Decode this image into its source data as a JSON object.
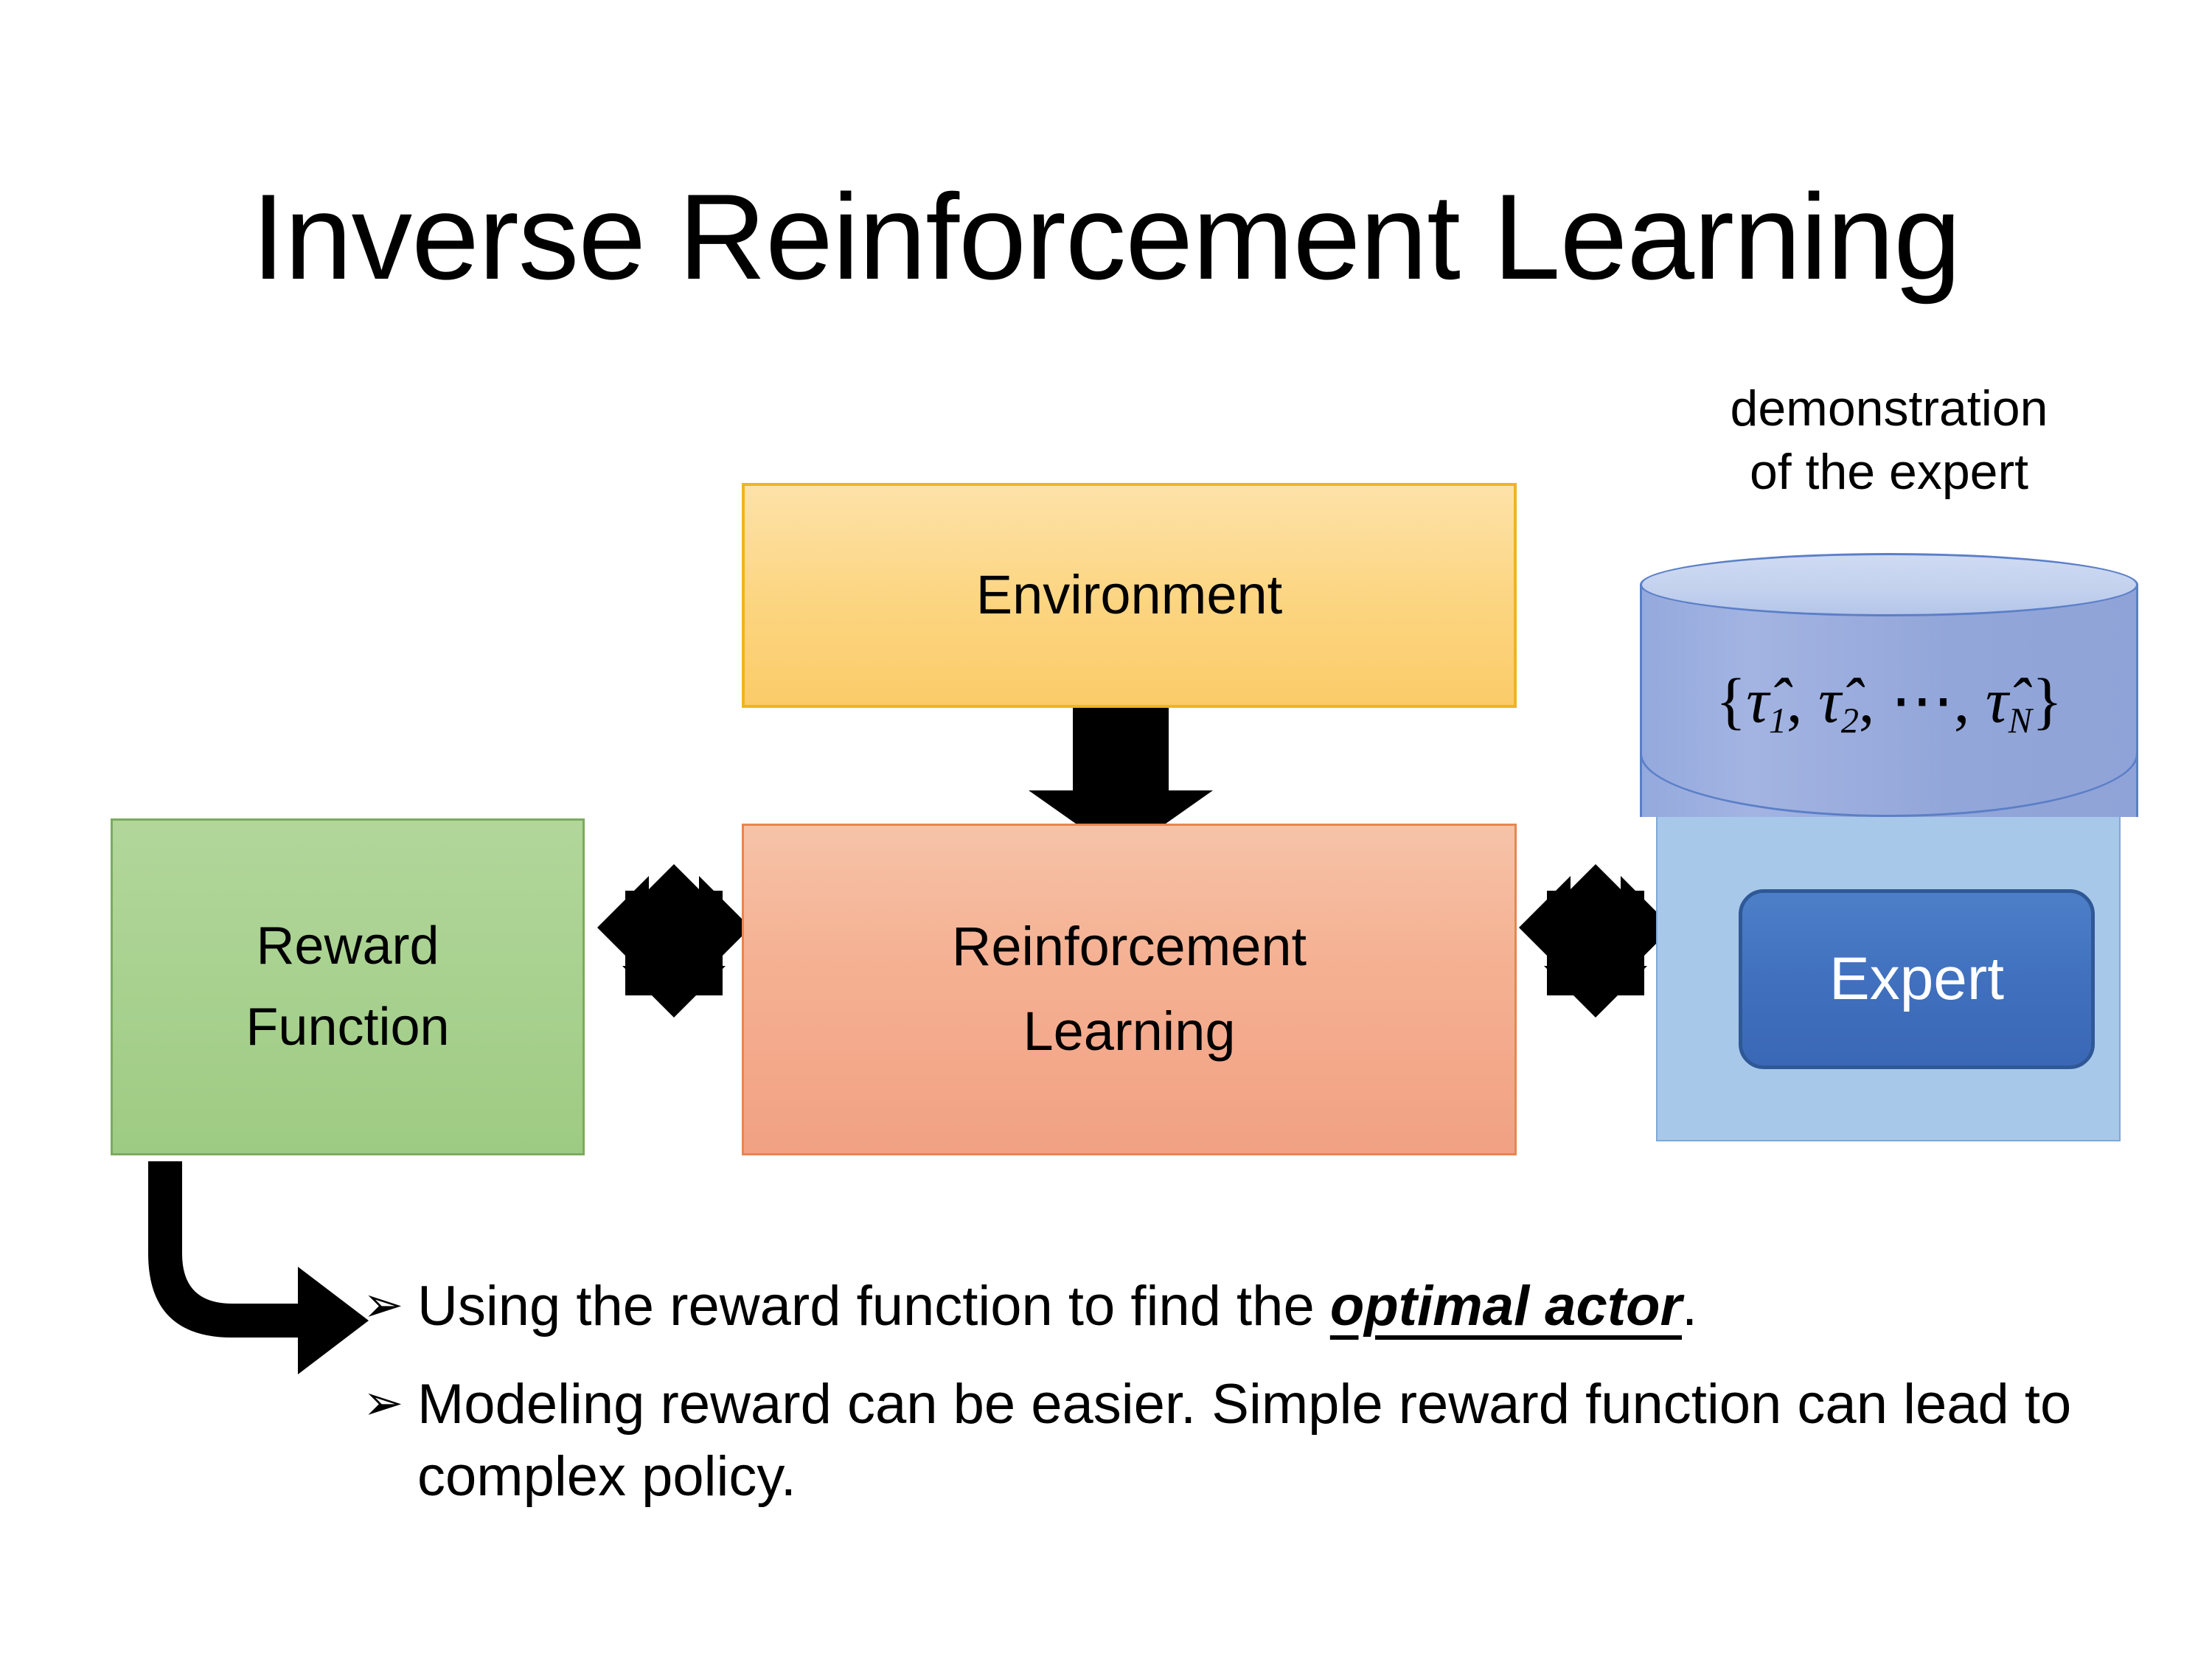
{
  "slide": {
    "title": "Inverse Reinforcement Learning",
    "background_color": "#ffffff"
  },
  "diagram": {
    "environment": {
      "label": "Environment",
      "fill_color": "#fcd684",
      "border_color": "#f0b323"
    },
    "reinforcement_learning": {
      "label_line1": "Reinforcement",
      "label_line2": "Learning",
      "fill_color": "#f5b193",
      "border_color": "#e8854f"
    },
    "reward_function": {
      "label_line1": "Reward",
      "label_line2": "Function",
      "fill_color": "#a8d18f",
      "border_color": "#7aab5e"
    },
    "expert_group": {
      "caption_line1": "demonstration",
      "caption_line2": "of the expert",
      "cylinder_formula": "{τ̂1, τ̂2, ⋯, τ̂N}",
      "cylinder_formula_parts": {
        "open_brace": "{",
        "tau1": "τ̂",
        "sub1": "1",
        "comma1": ", ",
        "tau2": "τ̂",
        "sub2": "2",
        "comma2": ", ",
        "ellipsis": "⋯",
        "comma3": ", ",
        "tauN": "τ̂",
        "subN": "N",
        "close_brace": "}"
      },
      "expert_label": "Expert",
      "cylinder_fill_color": "#96a9dc",
      "cylinder_top_color": "#c3d1ee",
      "backing_fill_color": "#a8c8ea",
      "expert_fill_color": "#3f6fbd",
      "expert_text_color": "#ffffff"
    },
    "connectors": {
      "env_to_rl": "down-arrow",
      "reward_to_rl": "left-right-up-down-arrow",
      "rl_to_expert": "left-right-up-down-arrow",
      "reward_to_bullet": "bent-arrow-down-right",
      "arrow_color": "#000000"
    }
  },
  "bullets": {
    "marker": "➢",
    "items": [
      {
        "prefix": "Using the reward function to find the ",
        "emphasis": "optimal actor",
        "suffix": "."
      },
      {
        "prefix": "Modeling reward can be easier. Simple reward function can lead to complex policy.",
        "emphasis": "",
        "suffix": ""
      }
    ]
  }
}
